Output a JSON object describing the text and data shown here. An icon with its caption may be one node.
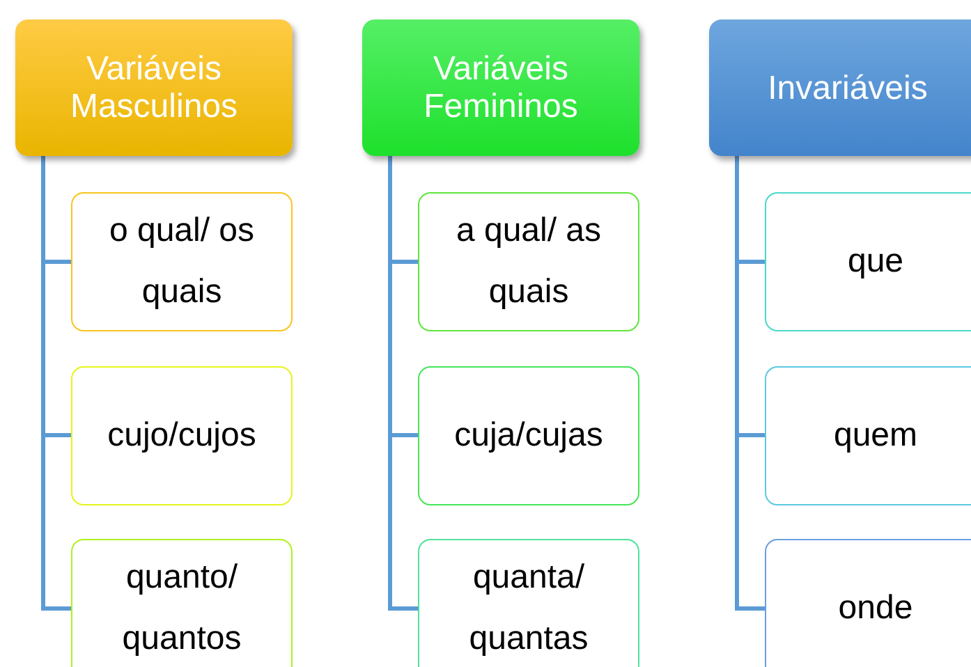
{
  "diagram": {
    "nodes": [
      {
        "text": [
          "Variáveis Masculinos"
        ]
      },
      {
        "text": [
          "o qual/ os quais"
        ]
      },
      {
        "text": [
          "cujo/cujos"
        ]
      },
      {
        "text": [
          "quanto/ quantos"
        ]
      },
      {
        "text": [
          "Variáveis Femininos"
        ]
      },
      {
        "text": [
          "a qual/ as quais"
        ]
      },
      {
        "text": [
          "cuja/cujas"
        ]
      },
      {
        "text": [
          "quanta/ quantas"
        ]
      },
      {
        "text": [
          "Invariáveis"
        ]
      },
      {
        "text": [
          "que"
        ]
      },
      {
        "text": [
          "quem"
        ]
      },
      {
        "text": [
          "onde"
        ]
      }
    ],
    "edges": [
      {
        "from": 0,
        "to": 1,
        "arrow": "none"
      },
      {
        "from": 0,
        "to": 2,
        "arrow": "none"
      },
      {
        "from": 0,
        "to": 3,
        "arrow": "none"
      },
      {
        "from": 4,
        "to": 5,
        "arrow": "none"
      },
      {
        "from": 4,
        "to": 6,
        "arrow": "none"
      },
      {
        "from": 4,
        "to": 7,
        "arrow": "none"
      },
      {
        "from": 8,
        "to": 9,
        "arrow": "none"
      },
      {
        "from": 8,
        "to": 10,
        "arrow": "none"
      },
      {
        "from": 8,
        "to": 11,
        "arrow": "none"
      }
    ]
  }
}
